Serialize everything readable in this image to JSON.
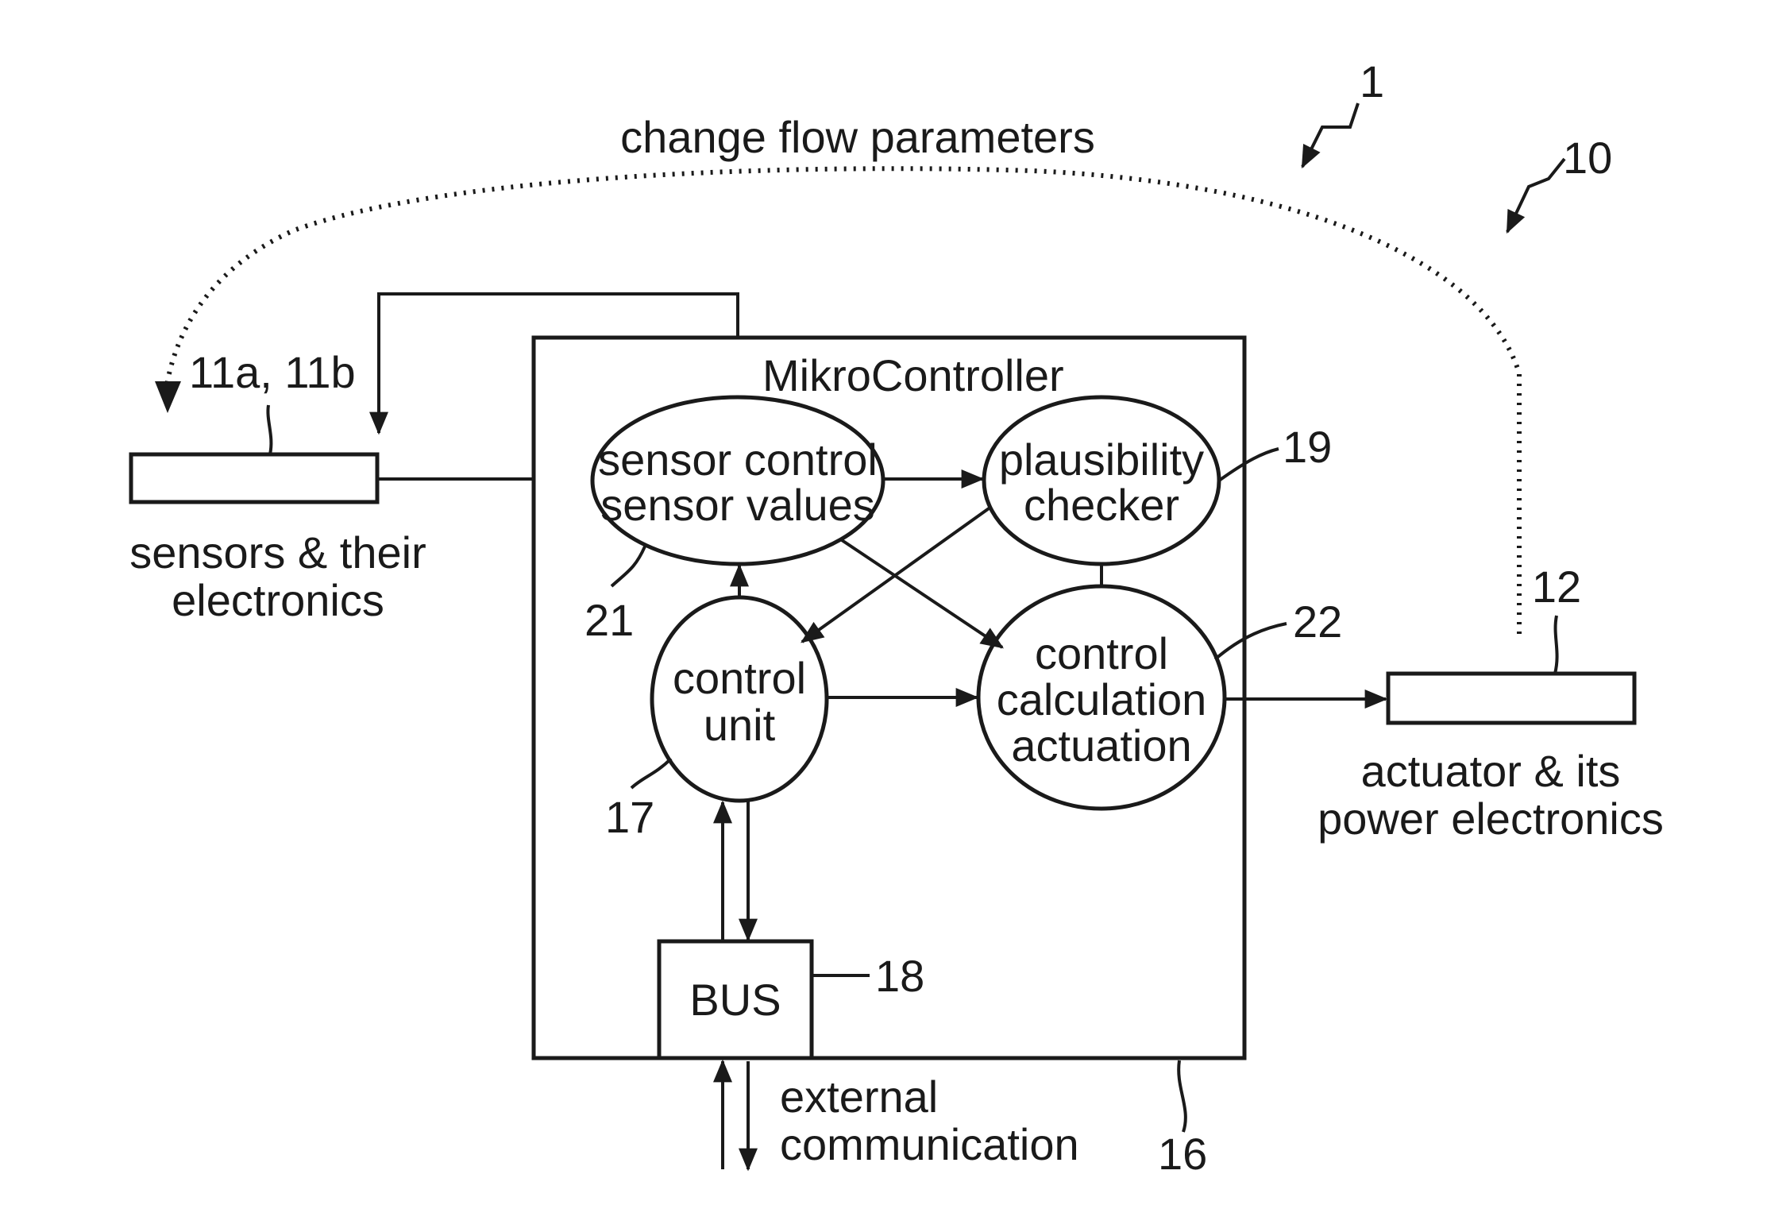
{
  "figure": {
    "ref_number": "1",
    "system_number": "10",
    "feedback_label": "change flow parameters"
  },
  "microcontroller": {
    "title": "MikroController",
    "ref_number": "16"
  },
  "nodes": {
    "sensor_control": {
      "line1": "sensor control",
      "line2": "sensor values",
      "ref_number": "21"
    },
    "plausibility": {
      "line1": "plausibility",
      "line2": "checker",
      "ref_number": "19"
    },
    "control_unit": {
      "line1": "control",
      "line2": "unit",
      "ref_number": "17"
    },
    "control_calc": {
      "line1": "control",
      "line2": "calculation",
      "line3": "actuation",
      "ref_number": "22"
    },
    "bus": {
      "label": "BUS",
      "ref_number": "18"
    }
  },
  "sensors": {
    "ref_label": "11a, 11b",
    "line1": "sensors & their",
    "line2": "electronics"
  },
  "actuator": {
    "ref_number": "12",
    "line1": "actuator & its",
    "line2": "power electronics"
  },
  "external": {
    "line1": "external",
    "line2": "communication"
  }
}
